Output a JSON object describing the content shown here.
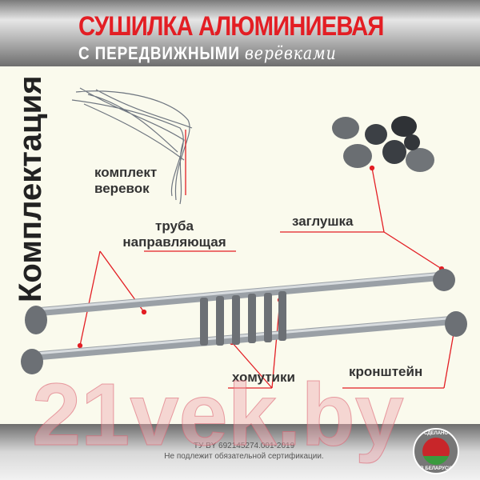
{
  "header": {
    "title": "СУШИЛКА АЛЮМИНИЕВАЯ",
    "subtitle": "С ПЕРЕДВИЖНЫМИ",
    "subtitle_script": "верёвками"
  },
  "section_title": "Комплектация",
  "labels": {
    "ropes": "комплект веревок",
    "tube": "труба направляющая",
    "cap": "заглушка",
    "clamps": "хомутики",
    "bracket": "кронштейн"
  },
  "watermark": "21vek.by",
  "footer": {
    "spec": "ТУ BY 692145274.001-2019",
    "cert": "Не подлежит обязательной сертификации."
  },
  "badge": {
    "top": "СДЕЛАНО",
    "bottom": "В БЕЛАРУСИ"
  },
  "colors": {
    "accent": "#e31e24",
    "background": "#fafaed"
  }
}
